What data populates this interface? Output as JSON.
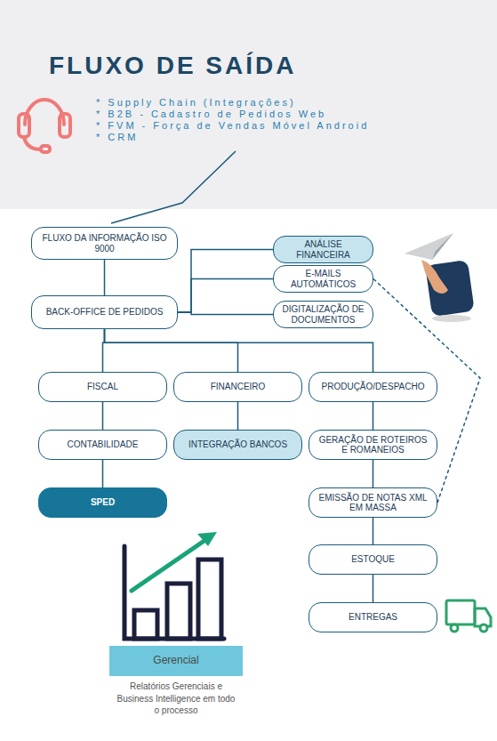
{
  "diagram": {
    "title": "FLUXO DE SAÍDA",
    "nodes": [
      {
        "text": [
          "FLUXO DA INFORMAÇÃO ISO 9000"
        ]
      },
      {
        "text": [
          "ANÁLISE FINANCEIRA"
        ]
      },
      {
        "text": [
          "E-MAILS AUTOMÁTICOS"
        ]
      },
      {
        "text": [
          "BACK-OFFICE DE PEDIDOS"
        ]
      },
      {
        "text": [
          "DIGITALIZAÇÃO DE DOCUMENTOS"
        ]
      },
      {
        "text": [
          "FISCAL"
        ]
      },
      {
        "text": [
          "FINANCEIRO"
        ]
      },
      {
        "text": [
          "PRODUÇÃO/DESPACHO"
        ]
      },
      {
        "text": [
          "CONTABILIDADE"
        ]
      },
      {
        "text": [
          "INTEGRAÇÃO BANCOS"
        ]
      },
      {
        "text": [
          "GERAÇÃO DE ROTEIROS E ROMANEIOS"
        ]
      },
      {
        "text": [
          "SPED"
        ]
      },
      {
        "text": [
          "EMISSÃO DE NOTAS XML EM MASSA"
        ]
      },
      {
        "text": [
          "ESTOQUE"
        ]
      },
      {
        "text": [
          "ENTREGAS"
        ]
      },
      {
        "text": [
          "Gerencial"
        ]
      }
    ],
    "edges": [
      {
        "from": 0,
        "to": 3,
        "arrow": "none"
      },
      {
        "from": 3,
        "to": 1,
        "arrow": "none"
      },
      {
        "from": 3,
        "to": 2,
        "arrow": "none"
      },
      {
        "from": 3,
        "to": 4,
        "arrow": "none"
      },
      {
        "from": 3,
        "to": 5,
        "arrow": "none"
      },
      {
        "from": 3,
        "to": 6,
        "arrow": "none"
      },
      {
        "from": 3,
        "to": 7,
        "arrow": "none"
      },
      {
        "from": 5,
        "to": 8,
        "arrow": "none"
      },
      {
        "from": 8,
        "to": 11,
        "arrow": "none"
      },
      {
        "from": 6,
        "to": 9,
        "arrow": "none"
      },
      {
        "from": 7,
        "to": 10,
        "arrow": "none"
      },
      {
        "from": 10,
        "to": 12,
        "arrow": "none"
      },
      {
        "from": 12,
        "to": 13,
        "arrow": "none"
      },
      {
        "from": 13,
        "to": 14,
        "arrow": "none"
      },
      {
        "from": 2,
        "to": 12,
        "arrow": "none"
      }
    ],
    "labels": [
      "* Supply Chain (Integrações)",
      "* B2B - Cadastro de Pedidos Web",
      "* FVM - Força de Vendas Móvel Android",
      "* CRM",
      "Relatórios Gerenciais e Business Intelligence em todo o processo"
    ]
  }
}
